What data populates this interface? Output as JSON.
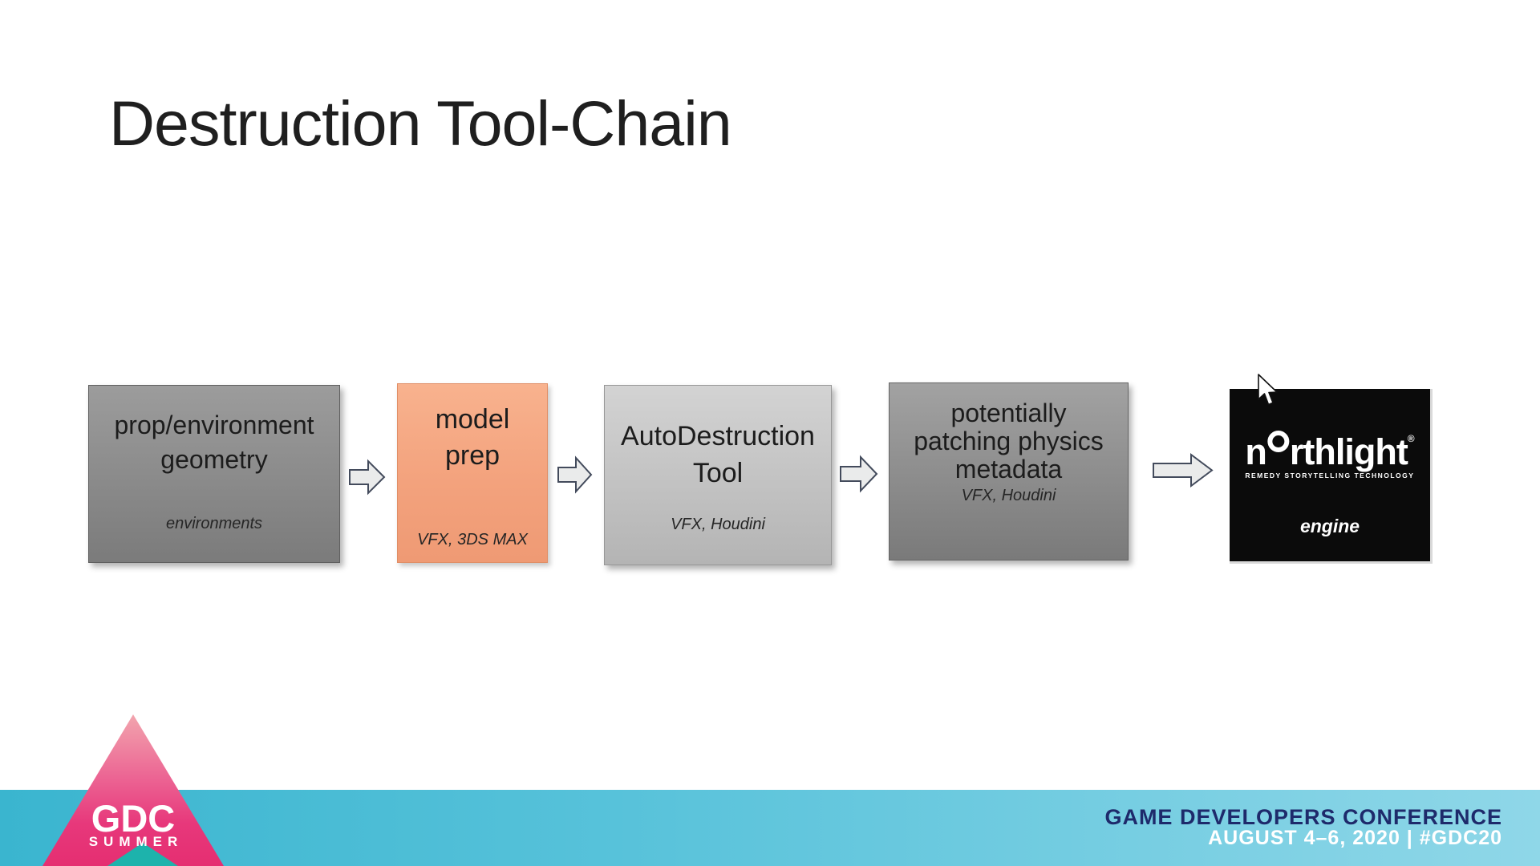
{
  "slide": {
    "title": "Destruction Tool-Chain",
    "flow": {
      "boxes": [
        {
          "label": "prop/environment\ngeometry",
          "subtitle": "environments"
        },
        {
          "label": "model\nprep",
          "subtitle": "VFX, 3DS MAX"
        },
        {
          "label": "AutoDestruction\nTool",
          "subtitle": "VFX, Houdini"
        },
        {
          "label": "potentially\npatching physics\nmetadata",
          "subtitle": "VFX, Houdini"
        }
      ]
    },
    "northlight": {
      "brand_prefix": "n",
      "brand_suffix": "rthlight",
      "reg": "®",
      "tagline": "REMEDY STORYTELLING TECHNOLOGY",
      "engine_label": "engine"
    },
    "gdc_logo": {
      "acronym": "GDC",
      "season": "SUMMER"
    },
    "footer": {
      "conference": "GAME DEVELOPERS CONFERENCE",
      "dates": "AUGUST 4–6, 2020 | #GDC20"
    },
    "colors": {
      "band_cyan_left": "#3ab5cf",
      "band_cyan_right": "#8fd7e8",
      "gdc_pink": "#e52e71",
      "gdc_teal": "#1db3ac",
      "salmon_box": "#f3a27d",
      "navy_text": "#1e2a6b"
    }
  }
}
